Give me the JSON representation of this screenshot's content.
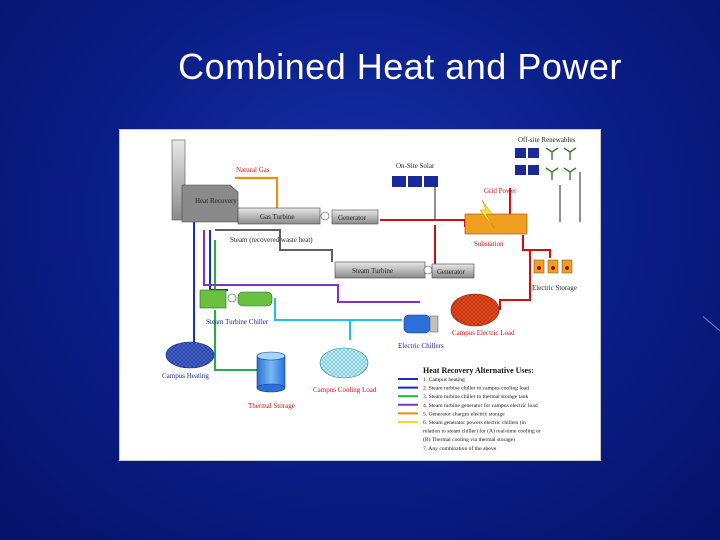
{
  "slide": {
    "title": "Combined Heat and Power"
  },
  "labels": {
    "natural_gas": "Natural Gas",
    "heat_recovery": "Heat Recovery",
    "gas_turbine": "Gas Turbine",
    "generator_1": "Generator",
    "steam_waste_heat": "Steam (recovered waste heat)",
    "steam_turbine": "Steam Turbine",
    "generator_2": "Generator",
    "on_site_solar": "On-Site Solar",
    "off_site_renewables": "Off-site Renewables",
    "grid_power": "Grid Power",
    "substation": "Substation",
    "electric_storage": "Electric Storage",
    "steam_turbine_chiller": "Steam Turbine Chiller",
    "campus_electric_load": "Campus Electric Load",
    "electric_chillers": "Electric Chillers",
    "campus_heating": "Campus Heating",
    "thermal_storage": "Thermal Storage",
    "campus_cooling_load": "Campus Cooling Load"
  },
  "legend": {
    "title": "Heat Recovery Alternative Uses:",
    "items": [
      {
        "text": "1. Campus heating",
        "color": "#1a2ad0"
      },
      {
        "text": "2. Steam turbine chiller to campus cooling load",
        "color": "#1a2ad0"
      },
      {
        "text": "3. Steam turbine chiller to thermal storage tank",
        "color": "#22b040"
      },
      {
        "text": "4. Steam turbine generator for campus electric load",
        "color": "#7a35c8"
      },
      {
        "text": "5. Generator charges electric storage",
        "color": "#f28a10"
      },
      {
        "text": "6. Steam generator powers electric chillers (in",
        "color": "#e8e020"
      },
      {
        "text": "relation to steam chiller) for (A) real-time cooling or",
        "color": null
      },
      {
        "text": "(B) Thermal cooling via thermal storage)",
        "color": null
      },
      {
        "text": "7. Any combination of the above",
        "color": null
      }
    ]
  },
  "colors": {
    "slide_bg": "#0a1d86",
    "gas_line": "#f28a10",
    "electric_line": "#d01010",
    "steam_line": "#606060",
    "heating_line": "#1a2ad0",
    "cooling_line": "#22b040",
    "turbine_line": "#7a35c8",
    "chiller_line": "#20c0e8"
  }
}
